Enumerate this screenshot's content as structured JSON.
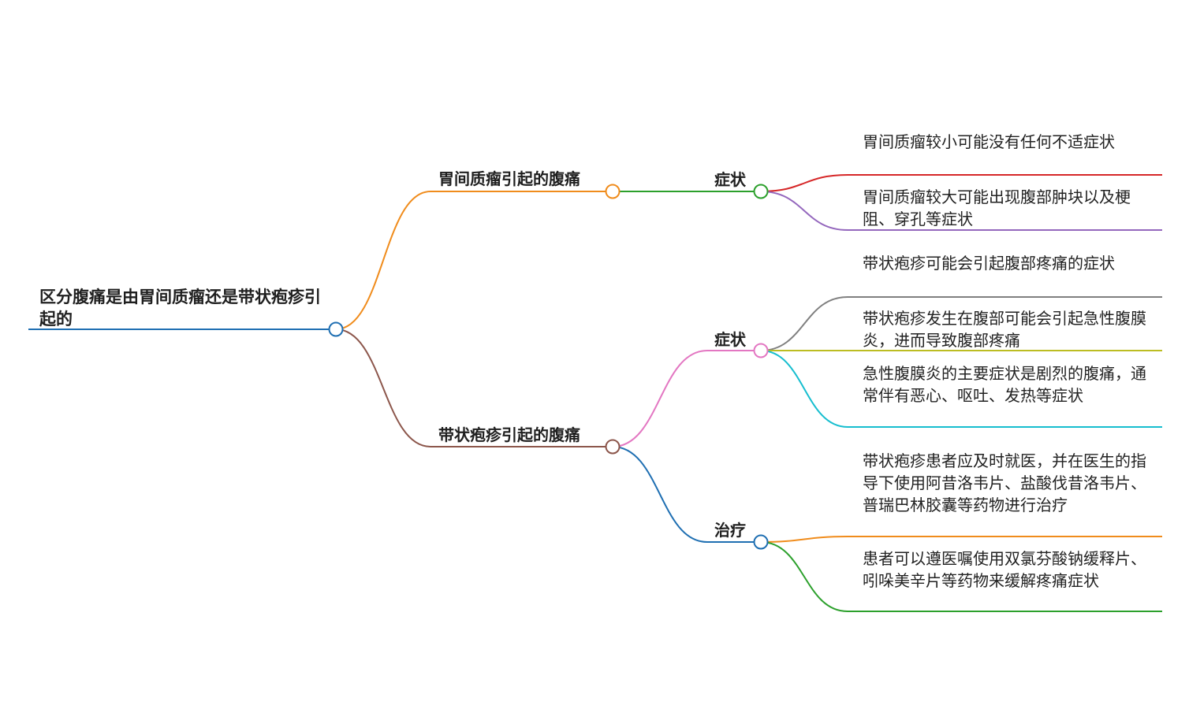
{
  "mindmap": {
    "root": {
      "label": "区分腹痛是由胃间质瘤还是带状疱疹引起的",
      "color": "#1f6fb2"
    },
    "gist": {
      "label": "胃间质瘤引起的腹痛",
      "color": "#f08c1c",
      "symptom": {
        "label": "症状",
        "color": "#2ca02c",
        "items": [
          {
            "text": "胃间质瘤较小可能没有任何不适症状",
            "color": "#d62728"
          },
          {
            "text": "胃间质瘤较大可能出现腹部肿块以及梗阻、穿孔等症状",
            "color": "#9467bd"
          }
        ]
      }
    },
    "herpes": {
      "label": "带状疱疹引起的腹痛",
      "color": "#8c564b",
      "symptom": {
        "label": "症状",
        "color": "#e377c2",
        "items": [
          {
            "text": "带状疱疹可能会引起腹部疼痛的症状",
            "color": "#7f7f7f"
          },
          {
            "text": "带状疱疹发生在腹部可能会引起急性腹膜炎，进而导致腹部疼痛",
            "color": "#bcbd22"
          },
          {
            "text": "急性腹膜炎的主要症状是剧烈的腹痛，通常伴有恶心、呕吐、发热等症状",
            "color": "#17becf"
          }
        ]
      },
      "treatment": {
        "label": "治疗",
        "color": "#1f6fb2",
        "items": [
          {
            "text": "带状疱疹患者应及时就医，并在医生的指导下使用阿昔洛韦片、盐酸伐昔洛韦片、普瑞巴林胶囊等药物进行治疗",
            "color": "#f08c1c"
          },
          {
            "text": "患者可以遵医嘱使用双氯芬酸钠缓释片、吲哚美辛片等药物来缓解疼痛症状",
            "color": "#2ca02c"
          }
        ]
      }
    }
  }
}
